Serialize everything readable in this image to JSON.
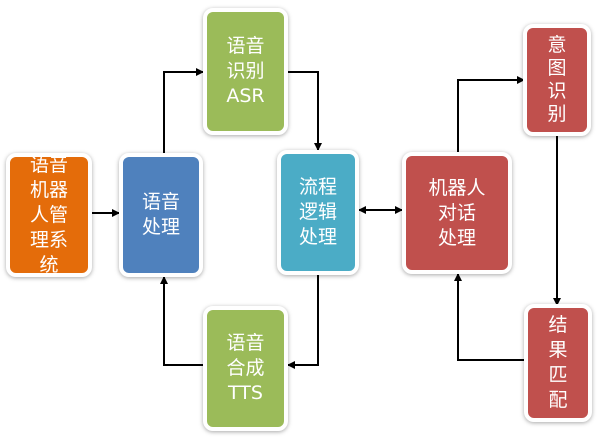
{
  "colors": {
    "orange": "#e46c0a",
    "blue": "#4f81bd",
    "green": "#9bbb59",
    "teal": "#4bacc6",
    "red": "#c0504d",
    "arrow": "#000000"
  },
  "nodes": {
    "management": {
      "lines": [
        "语音",
        "机器",
        "人管",
        "理系",
        "统"
      ]
    },
    "speech_processing": {
      "lines": [
        "语音",
        "处理"
      ]
    },
    "asr": {
      "lines": [
        "语音",
        "识别",
        "ASR"
      ]
    },
    "flow_logic": {
      "lines": [
        "流程",
        "逻辑",
        "处理"
      ]
    },
    "tts": {
      "lines": [
        "语音",
        "合成",
        "TTS"
      ]
    },
    "dialog": {
      "lines": [
        "机器人",
        "对话",
        "处理"
      ]
    },
    "intent": {
      "lines": [
        "意",
        "图",
        "识",
        "别"
      ]
    },
    "matching": {
      "lines": [
        "结",
        "果",
        "匹",
        "配"
      ]
    }
  }
}
